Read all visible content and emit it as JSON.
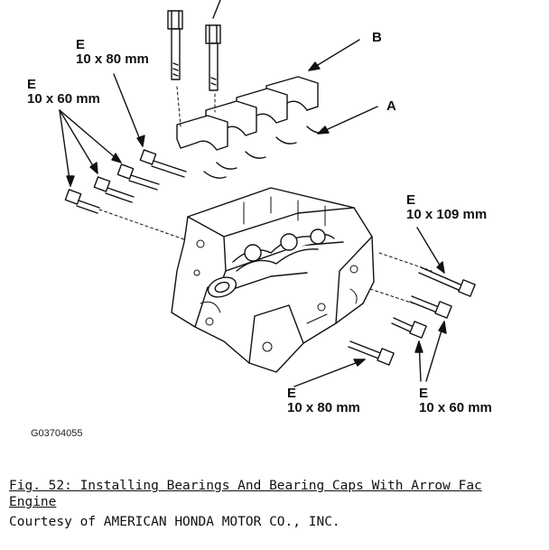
{
  "labels": {
    "b": "B",
    "a": "A",
    "e_top_letter": "E",
    "e_top_size": "10 x 80 mm",
    "e_left_letter": "E",
    "e_left_size": "10 x 60 mm",
    "e_right_letter": "E",
    "e_right_size": "10 x 109 mm",
    "e_bottom_mid_letter": "E",
    "e_bottom_mid_size": "10 x 80 mm",
    "e_bottom_right_letter": "E",
    "e_bottom_right_size": "10 x 60 mm"
  },
  "figure_code": "G03704055",
  "caption": {
    "line1": "Fig. 52: Installing Bearings And Bearing Caps With Arrow Fac",
    "line2": "Engine",
    "courtesy": "Courtesy of AMERICAN HONDA MOTOR CO., INC."
  },
  "colors": {
    "ink": "#111111",
    "background": "#ffffff"
  }
}
